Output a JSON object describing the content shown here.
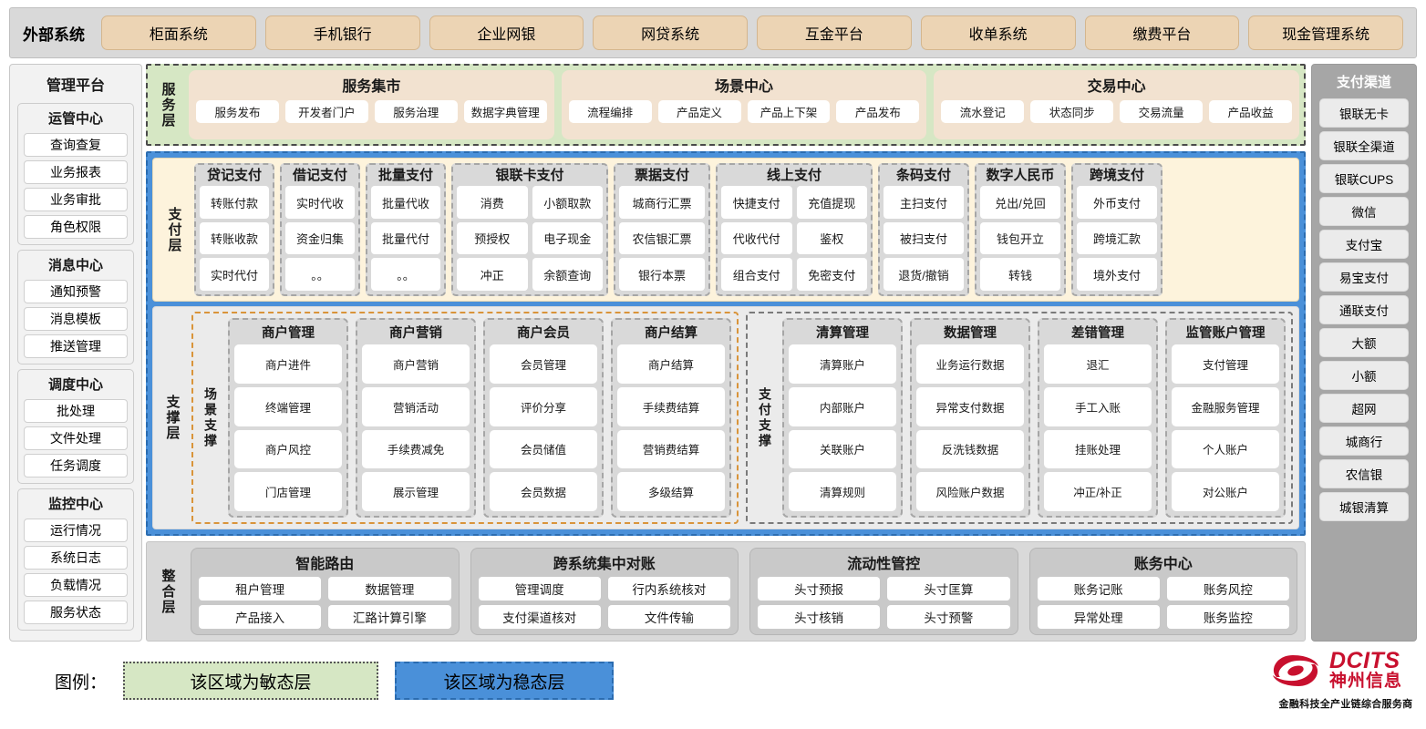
{
  "external": {
    "title": "外部系统",
    "items": [
      "柜面系统",
      "手机银行",
      "企业网银",
      "网贷系统",
      "互金平台",
      "收单系统",
      "缴费平台",
      "现金管理系统"
    ]
  },
  "left_sidebar": {
    "title": "管理平台",
    "groups": [
      {
        "title": "运管中心",
        "items": [
          "查询查复",
          "业务报表",
          "业务审批",
          "角色权限"
        ]
      },
      {
        "title": "消息中心",
        "items": [
          "通知预警",
          "消息模板",
          "推送管理"
        ]
      },
      {
        "title": "调度中心",
        "items": [
          "批处理",
          "文件处理",
          "任务调度"
        ]
      },
      {
        "title": "监控中心",
        "items": [
          "运行情况",
          "系统日志",
          "负载情况",
          "服务状态"
        ]
      }
    ]
  },
  "right_sidebar": {
    "title": "支付渠道",
    "items": [
      "银联无卡",
      "银联全渠道",
      "银联CUPS",
      "微信",
      "支付宝",
      "易宝支付",
      "通联支付",
      "大额",
      "小额",
      "超网",
      "城商行",
      "农信银",
      "城银清算"
    ]
  },
  "service_layer": {
    "label": "服务层",
    "cards": [
      {
        "title": "服务集市",
        "items": [
          "服务发布",
          "开发者门户",
          "服务治理",
          "数据字典管理"
        ]
      },
      {
        "title": "场景中心",
        "items": [
          "流程编排",
          "产品定义",
          "产品上下架",
          "产品发布"
        ]
      },
      {
        "title": "交易中心",
        "items": [
          "流水登记",
          "状态同步",
          "交易流量",
          "产品收益"
        ]
      }
    ]
  },
  "pay_layer": {
    "label": "支付层",
    "columns": [
      {
        "title": "贷记支付",
        "cols": 1,
        "width": 88,
        "items": [
          "转账付款",
          "转账收款",
          "实时代付"
        ]
      },
      {
        "title": "借记支付",
        "cols": 1,
        "width": 88,
        "items": [
          "实时代收",
          "资金归集",
          "。。"
        ]
      },
      {
        "title": "批量支付",
        "cols": 1,
        "width": 88,
        "items": [
          "批量代收",
          "批量代付",
          "。。"
        ]
      },
      {
        "title": "银联卡支付",
        "cols": 2,
        "width": 172,
        "items": [
          "消费",
          "小额取款",
          "预授权",
          "电子现金",
          "冲正",
          "余额查询"
        ]
      },
      {
        "title": "票据支付",
        "cols": 1,
        "width": 106,
        "items": [
          "城商行汇票",
          "农信银汇票",
          "银行本票"
        ]
      },
      {
        "title": "线上支付",
        "cols": 2,
        "width": 172,
        "items": [
          "快捷支付",
          "充值提现",
          "代收代付",
          "鉴权",
          "组合支付",
          "免密支付"
        ]
      },
      {
        "title": "条码支付",
        "cols": 1,
        "width": 100,
        "items": [
          "主扫支付",
          "被扫支付",
          "退货/撤销"
        ]
      },
      {
        "title": "数字人民币",
        "cols": 1,
        "width": 100,
        "items": [
          "兑出/兑回",
          "钱包开立",
          "转钱"
        ]
      },
      {
        "title": "跨境支付",
        "cols": 1,
        "width": 100,
        "items": [
          "外币支付",
          "跨境汇款",
          "境外支付"
        ]
      }
    ]
  },
  "support_layer": {
    "label": "支撑层",
    "zones": [
      {
        "label": "场景支撑",
        "style": "dashed-orange",
        "columns": [
          {
            "title": "商户管理",
            "items": [
              "商户进件",
              "终端管理",
              "商户风控",
              "门店管理"
            ]
          },
          {
            "title": "商户营销",
            "items": [
              "商户营销",
              "营销活动",
              "手续费减免",
              "展示管理"
            ]
          },
          {
            "title": "商户会员",
            "items": [
              "会员管理",
              "评价分享",
              "会员储值",
              "会员数据"
            ]
          },
          {
            "title": "商户结算",
            "items": [
              "商户结算",
              "手续费结算",
              "营销费结算",
              "多级结算"
            ]
          }
        ]
      },
      {
        "label": "支付支撑",
        "style": "dashed-grey",
        "columns": [
          {
            "title": "清算管理",
            "items": [
              "清算账户",
              "内部账户",
              "关联账户",
              "清算规则"
            ]
          },
          {
            "title": "数据管理",
            "items": [
              "业务运行数据",
              "异常支付数据",
              "反洗钱数据",
              "风险账户数据"
            ]
          },
          {
            "title": "差错管理",
            "items": [
              "退汇",
              "手工入账",
              "挂账处理",
              "冲正/补正"
            ]
          },
          {
            "title": "监管账户管理",
            "items": [
              "支付管理",
              "金融服务管理",
              "个人账户",
              "对公账户"
            ]
          }
        ]
      }
    ]
  },
  "integration_layer": {
    "label": "整合层",
    "cards": [
      {
        "title": "智能路由",
        "items": [
          "租户管理",
          "数据管理",
          "产品接入",
          "汇路计算引擎"
        ]
      },
      {
        "title": "跨系统集中对账",
        "items": [
          "管理调度",
          "行内系统核对",
          "支付渠道核对",
          "文件传输"
        ]
      },
      {
        "title": "流动性管控",
        "items": [
          "头寸预报",
          "头寸匡算",
          "头寸核销",
          "头寸预警"
        ]
      },
      {
        "title": "账务中心",
        "items": [
          "账务记账",
          "账务风控",
          "异常处理",
          "账务监控"
        ]
      }
    ]
  },
  "legend": {
    "label": "图例：",
    "agile_text": "该区域为敏态层",
    "stable_text": "该区域为稳态层",
    "agile_color": "#d6e7c4",
    "stable_color": "#4a90d9"
  },
  "logo": {
    "en": "DCITS",
    "cn": "神州信息",
    "tagline": "金融科技全产业链综合服务商",
    "color": "#c8102e"
  }
}
